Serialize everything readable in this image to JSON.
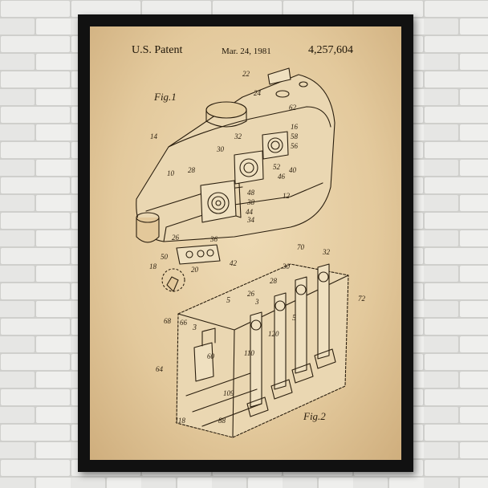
{
  "poster": {
    "header": {
      "title": "U.S. Patent",
      "date": "Mar. 24, 1981",
      "number": "4,257,604"
    },
    "figure_labels": {
      "fig1": "Fig.1",
      "fig2": "Fig.2"
    },
    "reference_numerals": [
      "22",
      "24",
      "62",
      "16",
      "14",
      "32",
      "58",
      "56",
      "30",
      "28",
      "52",
      "46",
      "40",
      "10",
      "12",
      "48",
      "38",
      "44",
      "34",
      "36",
      "26",
      "18",
      "50",
      "20",
      "42",
      "70",
      "72",
      "30",
      "32",
      "28",
      "5",
      "26",
      "120",
      "3",
      "66",
      "68",
      "64",
      "110",
      "118",
      "60",
      "109",
      "88",
      "5",
      "3"
    ]
  },
  "colors": {
    "wall": "#d9d9d7",
    "frame": "#111111",
    "paper": "#e8d2a8",
    "ink": "#2a1e0e"
  }
}
